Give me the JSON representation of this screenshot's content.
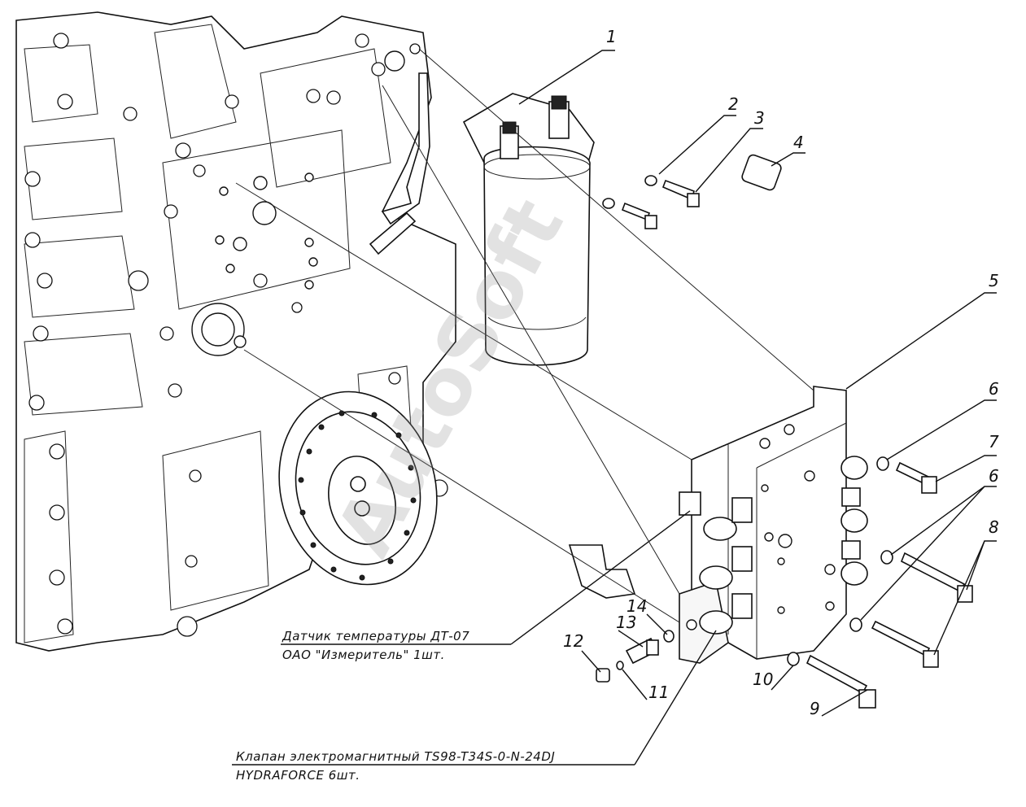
{
  "callouts": [
    "1",
    "2",
    "3",
    "4",
    "5",
    "6",
    "7",
    "6",
    "8",
    "9",
    "10",
    "11",
    "12",
    "13",
    "14"
  ],
  "captions": {
    "sensor_line1": "Датчик температуры ДТ-07",
    "sensor_line2": "ОАО \"Измеритель\" 1шт.",
    "valve_line1": "Клапан электромагнитный TS98-T34S-0-N-24DJ",
    "valve_line2": "HYDRAFORCE 6шт."
  },
  "watermark": "AutoSoft"
}
